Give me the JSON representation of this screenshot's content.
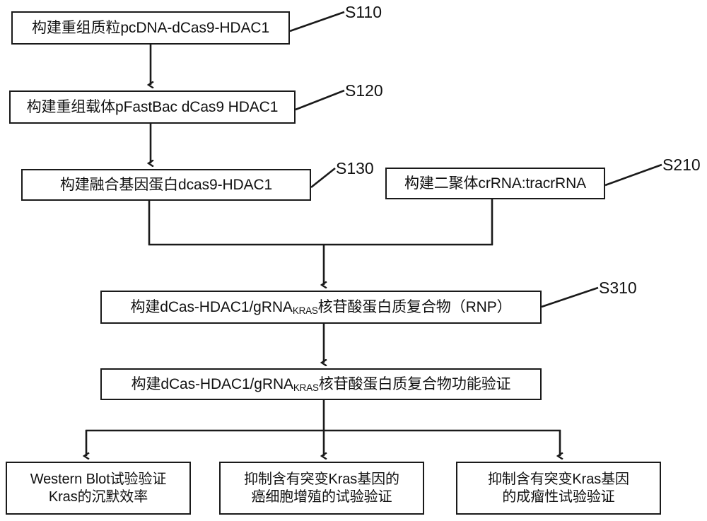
{
  "diagram": {
    "title": "dCas9-HDAC1 KRAS gene silencing workflow flowchart",
    "background_color": "#ffffff",
    "stroke_color": "#1a1a1a",
    "text_color": "#111111"
  },
  "nodes": [
    {
      "id": "s110-box",
      "text_prefix": "构建重组质粒pcDNA-dCas9-HDAC1",
      "text_sub": "",
      "text_suffix": ""
    },
    {
      "id": "s120-box",
      "text_prefix": "构建重组载体pFastBac dCas9 HDAC1",
      "text_sub": "",
      "text_suffix": ""
    },
    {
      "id": "s130-box",
      "text_prefix": "构建融合基因蛋白dcas9-HDAC1",
      "text_sub": "",
      "text_suffix": ""
    },
    {
      "id": "s210-box",
      "text_prefix": "构建二聚体crRNA:tracrRNA",
      "text_sub": "",
      "text_suffix": ""
    },
    {
      "id": "s310-box",
      "text_prefix": "构建dCas-HDAC1/gRNA",
      "text_sub": "KRAS",
      "text_suffix": "核苷酸蛋白质复合物（RNP）"
    },
    {
      "id": "s410-box",
      "text_prefix": "构建dCas-HDAC1/gRNA",
      "text_sub": "KRAS",
      "text_suffix": "核苷酸蛋白质复合物功能验证"
    },
    {
      "id": "result-1",
      "line1": "Western Blot试验验证",
      "line2": "Kras的沉默效率"
    },
    {
      "id": "result-2",
      "line1": "抑制含有突变Kras基因的",
      "line2": "癌细胞增殖的试验验证"
    },
    {
      "id": "result-3",
      "line1": "抑制含有突变Kras基因",
      "line2": "的成瘤性试验验证"
    }
  ],
  "step_labels": [
    {
      "id": "s110",
      "text": "S110"
    },
    {
      "id": "s120",
      "text": "S120"
    },
    {
      "id": "s130",
      "text": "S130"
    },
    {
      "id": "s210",
      "text": "S210"
    },
    {
      "id": "s310",
      "text": "S310"
    }
  ]
}
